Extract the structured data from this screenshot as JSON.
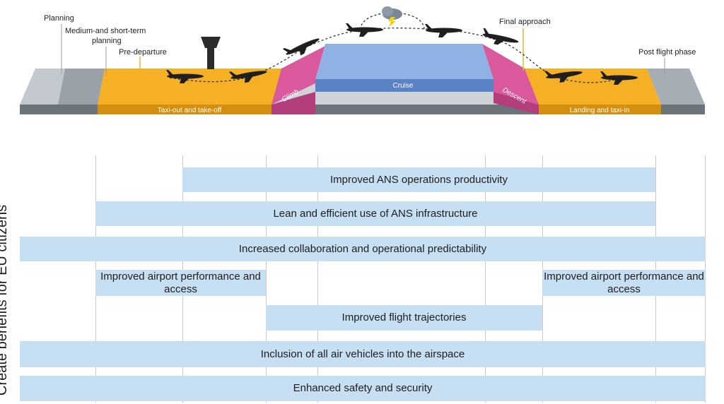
{
  "annotations": {
    "planning": "Planning",
    "medium_short": "Medium-and short-term",
    "medium_short_2": "planning",
    "pre_departure": "Pre-departure",
    "final_approach": "Final approach",
    "post_flight": "Post flight phase"
  },
  "ribbon": {
    "taxi_out": "Taxi-out and take-off",
    "climb": "Climb",
    "cruise": "Cruise",
    "descent": "Descent",
    "landing": "Landing and taxi-in"
  },
  "phases": [
    "... Planning",
    "Pre-\ndeparture",
    "Taxi-out and\ntake-off",
    "Climb",
    "Cruise",
    "Descent",
    "Landing\nand taxi-in",
    "Post\nflight..."
  ],
  "side_label": "Create benefits for EU citizens",
  "benefits": {
    "productivity": "Improved ANS operations productivity",
    "infrastructure": "Lean and efficient use of ANS infrastructure",
    "collaboration": "Increased collaboration and operational predictability",
    "airport_left": "Improved airport performance and access",
    "airport_right": "Improved airport performance and access",
    "trajectories": "Improved flight trajectories",
    "air_vehicles": "Inclusion of all air vehicles into the airspace",
    "safety": "Enhanced safety and security"
  },
  "colors": {
    "chevron": "#2f4e86",
    "band": "#c6dff2",
    "taxi": "#f5b025",
    "cruise": "#8fb1e3",
    "climb": "#d9599c",
    "grey": "#a6adb5"
  }
}
